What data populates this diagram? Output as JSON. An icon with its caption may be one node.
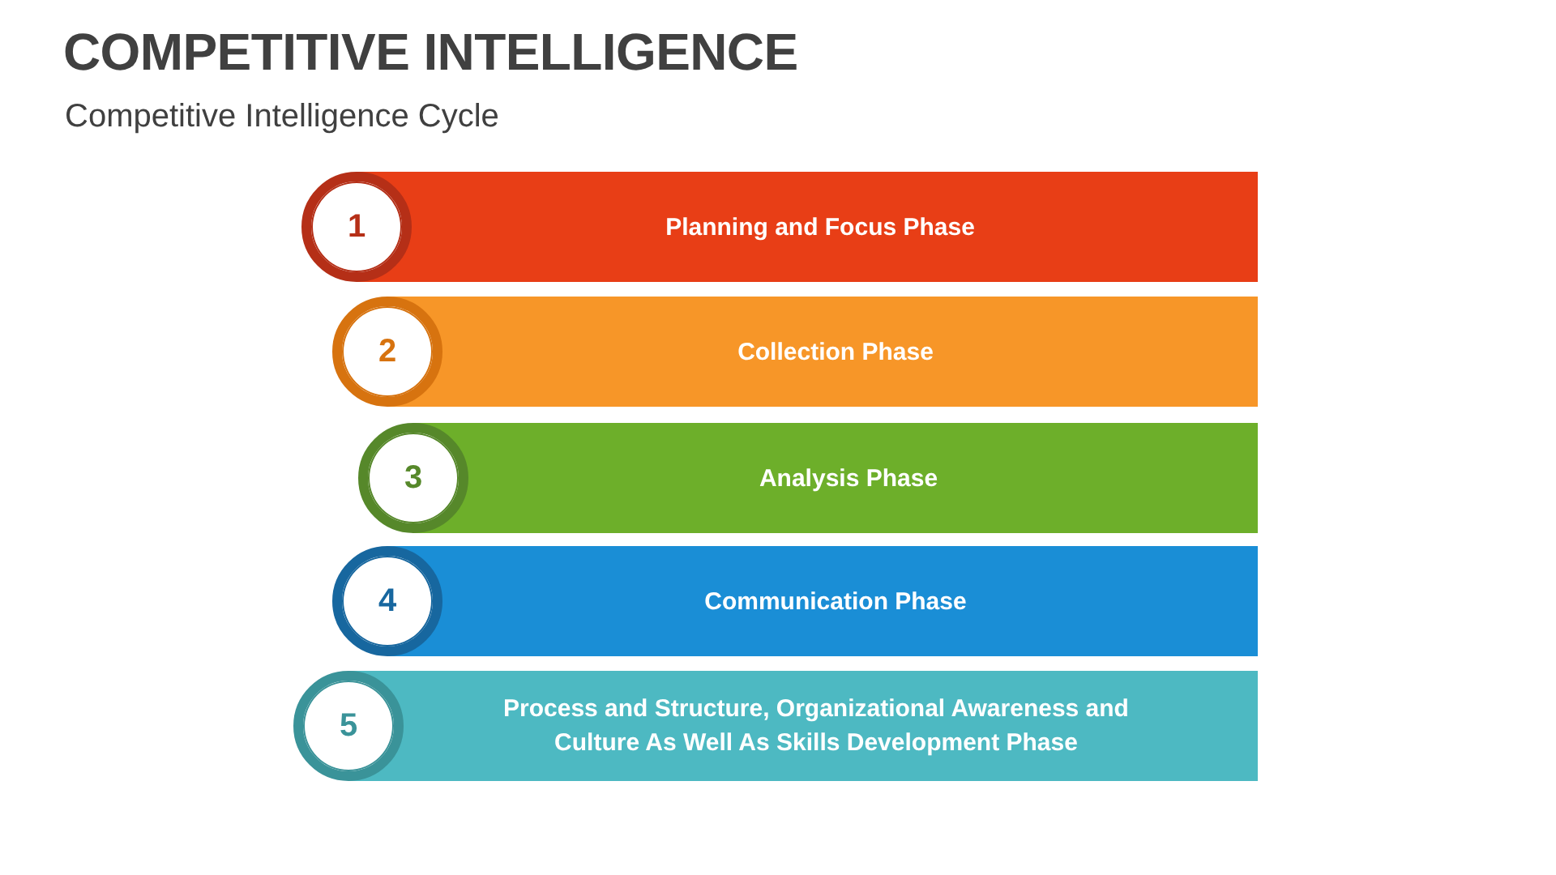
{
  "diagram": {
    "title": "COMPETITIVE INTELLIGENCE",
    "caption": "Competitive Intelligence Cycle",
    "nodes": [
      {
        "text": [
          "1"
        ]
      },
      {
        "text": [
          "Planning and Focus Phase"
        ]
      },
      {
        "text": [
          "2"
        ]
      },
      {
        "text": [
          "Collection Phase"
        ]
      },
      {
        "text": [
          "3"
        ]
      },
      {
        "text": [
          "Analysis Phase"
        ]
      },
      {
        "text": [
          "4"
        ]
      },
      {
        "text": [
          "Communication Phase"
        ]
      },
      {
        "text": [
          "5"
        ]
      },
      {
        "text": [
          "Process and Structure, Organizational Awareness and Culture As Well As Skills Development Phase"
        ]
      }
    ]
  }
}
